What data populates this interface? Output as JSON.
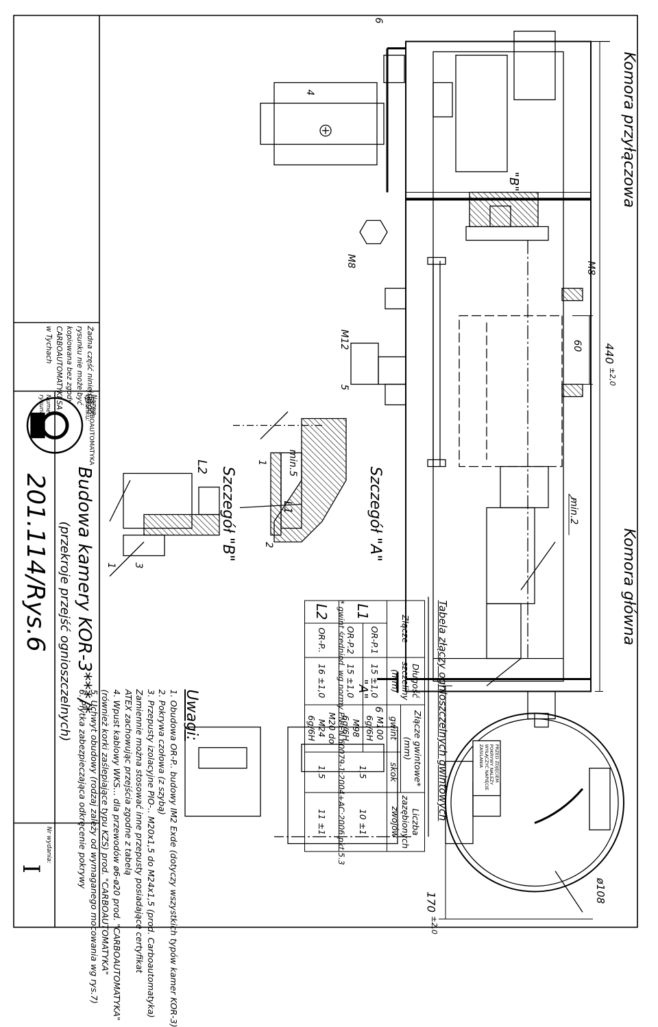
{
  "labels": {
    "komora_przylaczowa": "Komora przyłączowa",
    "komora_glowna": "Komora główna",
    "szczegol_a": "Szczegół \"A\"",
    "szczegol_b": "Szczegół \"B\"",
    "mark_a": "\"A\"",
    "mark_b": "\"B\"",
    "l1": "L1",
    "l2": "L2",
    "m8_a": "M8",
    "m8_b": "M8",
    "m12": "M12",
    "min5": "min.5",
    "min2": "min.2",
    "dim_440": "440",
    "dim_440_tol": "±2,0",
    "dim_60": "60",
    "dim_170": "170",
    "dim_170_tol": "±2,0",
    "dia_108": "ø108",
    "num_1a": "1",
    "num_2": "2",
    "num_3": "3",
    "num_1b": "1",
    "num_4": "4",
    "num_5": "5",
    "num_6a": "6",
    "num_6b": "6",
    "warning_plate": [
      "PRZED ZDJĘCIEM",
      "POKRYWY NALEŻY",
      "WYŁĄCZYĆ NAPIĘCIE",
      "ZASILANIA"
    ]
  },
  "notes": {
    "title": "Uwagi:",
    "lines": [
      "1. Obudowa OR-P.. budowy IM2 Exde (dotyczy wszystkich typów kamer KOR-3)",
      "2. Pokrywa czołowa (z szybą)",
      "3. Przepusty izolacyjne PIO-.. M20x1,5 do M24x1,5 (prod. Carboautomatyka)",
      "Zamiennie można stosować inne przepusty posiadające certyfikat",
      "ATEX zachowując przejścia zgodne z tabelą",
      "4. Wpust kablowy WKS... dla przewodów ø6-ø20 prod. \"CARBOAUTOMATYKA\"",
      "(również korki zaślepiające typu KZS) prod. \"CARBOAUTOMATYKA\"",
      "5. Uchwyt obudowy (rodzaj zależy od wymaganego mocowania wg rys.7)",
      "6. Płytka zabezpieczająca odkręcenie pokrywy"
    ]
  },
  "table": {
    "title": "Tabela złączy ognioszczelnych gwintowych",
    "headers": {
      "zlacze": "Złącze",
      "dlugosc": "Długość szczeliny (mm)",
      "gwintowe": "Złącze gwintowe* (mm)",
      "gwint": "gwint",
      "skok": "skok",
      "liczba": "Liczba zazębionych zwojów"
    },
    "rows": [
      {
        "group": "L1",
        "zlacze": "OR-P.1",
        "dlugosc": "15 ±1,0",
        "gwint": "M100 6g/6H",
        "skok": "1,5",
        "liczba": "10 ±1"
      },
      {
        "group": "",
        "zlacze": "OR-P.2",
        "dlugosc": "15 ±1,0",
        "gwint": "M98 6g/6H",
        "skok": "",
        "liczba": ""
      },
      {
        "group": "L2",
        "zlacze": "OR-P..",
        "dlugosc": "16 ±1,0",
        "gwint": "M20 do M24 6g/6H",
        "skok": "1,5",
        "liczba": "11 ±1"
      }
    ],
    "footnote": "* gwint średniod. wg normy PN-EN 60079-1:2004+AC:2006 pkt 5.3"
  },
  "title_block": {
    "logo_text": "CARBOAUTOMATYKA",
    "registered": "®",
    "copyright": [
      "Żadna część niniejszego",
      "rysunku nie może być",
      "kopiowana bez zgody",
      "CARBOAUTOMATYKI SA",
      "w Tychach"
    ],
    "nazwa_label": "Nazwa rysunku:",
    "nazwa_value": "Budowa kamery KOR-3***/*",
    "nazwa_sub": "(przekroje przejść ognioszczelnych)",
    "numer_label": "Numer rysunku:",
    "numer_value": "201.114/Rys.6",
    "wydanie_label": "Nr wydania:",
    "wydanie_value": "I"
  }
}
